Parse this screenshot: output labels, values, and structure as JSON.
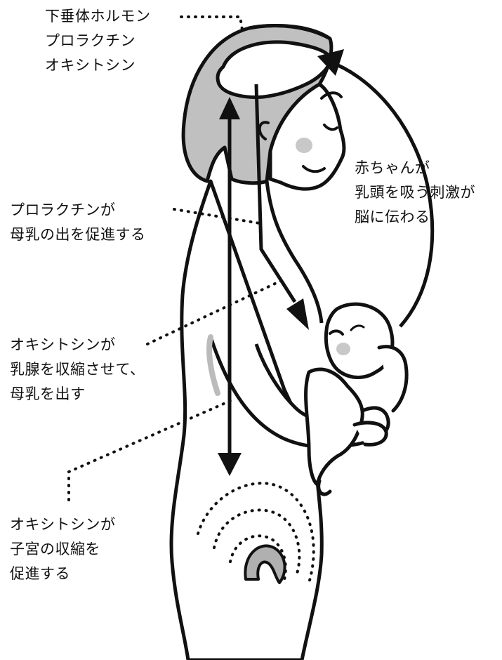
{
  "labels": {
    "pituitary": [
      "下垂体ホルモン",
      "プロラクチン",
      "オキシトシン"
    ],
    "prolactin": [
      "プロラクチンが",
      "母乳の出を促進する"
    ],
    "oxytocin_milk": [
      "オキシトシンが",
      "乳腺を収縮させて、",
      "母乳を出す"
    ],
    "oxytocin_uterus": [
      "オキシトシンが",
      "子宮の収縮を",
      "促進する"
    ],
    "baby_stimulus": [
      "赤ちゃんが",
      "乳頭を吸う刺激が",
      "脳に伝わる"
    ]
  },
  "colors": {
    "ink": "#111111",
    "gray": "#b8b8b8",
    "skin": "#ffffff"
  }
}
